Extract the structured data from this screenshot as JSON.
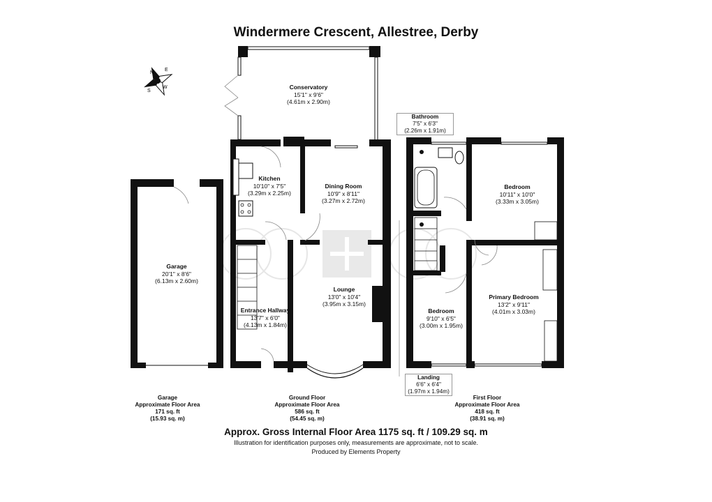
{
  "title": "Windermere Crescent, Allestree, Derby",
  "rooms": {
    "conservatory": {
      "name": "Conservatory",
      "imperial": "15'1\" x 9'6\"",
      "metric": "(4.61m x 2.90m)"
    },
    "kitchen": {
      "name": "Kitchen",
      "imperial": "10'10\" x 7'5\"",
      "metric": "(3.29m x 2.25m)"
    },
    "dining_room": {
      "name": "Dining Room",
      "imperial": "10'9\" x 8'11\"",
      "metric": "(3.27m x 2.72m)"
    },
    "lounge": {
      "name": "Lounge",
      "imperial": "13'0\" x 10'4\"",
      "metric": "(3.95m x 3.15m)"
    },
    "entrance_hallway": {
      "name": "Entrance Hallway",
      "imperial": "13'7\" x 6'0\"",
      "metric": "(4.13m x 1.84m)"
    },
    "garage": {
      "name": "Garage",
      "imperial": "20'1\" x 8'6\"",
      "metric": "(6.13m x 2.60m)"
    },
    "bathroom": {
      "name": "Bathroom",
      "imperial": "7'5\" x 6'3\"",
      "metric": "(2.26m x 1.91m)"
    },
    "bedroom_rear": {
      "name": "Bedroom",
      "imperial": "10'11\" x 10'0\"",
      "metric": "(3.33m x 3.05m)"
    },
    "primary_bedroom": {
      "name": "Primary Bedroom",
      "imperial": "13'2\" x 9'11\"",
      "metric": "(4.01m x 3.03m)"
    },
    "bedroom_small": {
      "name": "Bedroom",
      "imperial": "9'10\" x 6'5\"",
      "metric": "(3.00m x 1.95m)"
    },
    "landing": {
      "name": "Landing",
      "imperial": "6'6\" x 6'4\"",
      "metric": "(1.97m x 1.94m)"
    }
  },
  "floor_areas": {
    "garage": {
      "name": "Garage",
      "label": "Approximate Floor Area",
      "sqft": "171 sq. ft",
      "sqm": "(15.93 sq. m)"
    },
    "ground": {
      "name": "Ground Floor",
      "label": "Approximate Floor Area",
      "sqft": "586 sq. ft",
      "sqm": "(54.45 sq. m)"
    },
    "first": {
      "name": "First Floor",
      "label": "Approximate Floor Area",
      "sqft": "418 sq. ft",
      "sqm": "(38.91 sq. m)"
    }
  },
  "gross_area": "Approx. Gross Internal Floor Area 1175 sq. ft / 109.29 sq. m",
  "disclaimer": "Illustration for identification purposes only, measurements are approximate, not to scale.",
  "produced_by": "Produced by Elements Property",
  "watermark": "GB+CO",
  "compass_letters": [
    "N",
    "E",
    "S",
    "W"
  ],
  "colors": {
    "wall": "#111111",
    "text": "#111111",
    "watermark": "#d8d8d8",
    "background": "#ffffff"
  }
}
